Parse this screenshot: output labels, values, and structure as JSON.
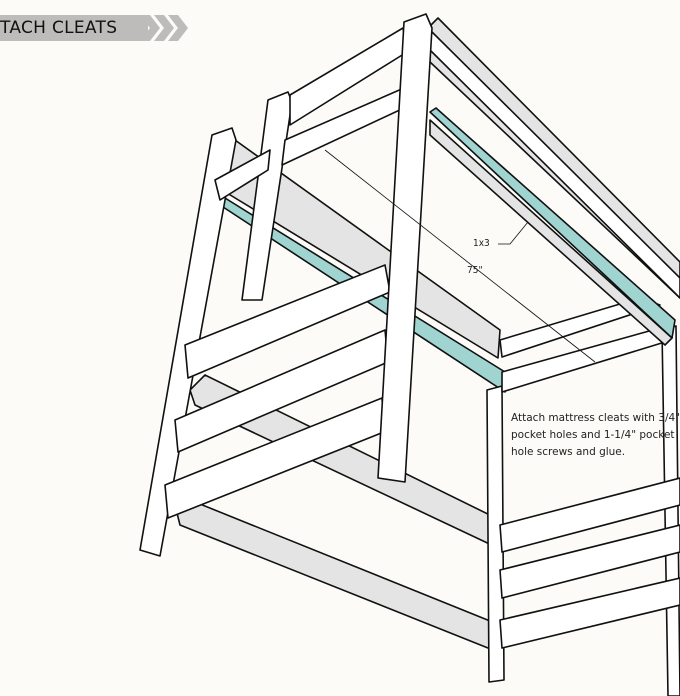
{
  "banner": {
    "title": "TACH CLEATS"
  },
  "labels": {
    "board_size": "1x3",
    "length": "75\""
  },
  "note": "Attach mattress cleats with 3/4\" pocket holes and 1-1/4\" pocket hole screws and glue.",
  "colors": {
    "cleat": "#9fd4d0",
    "board": "#ffffff",
    "shade": "#e4e4e4",
    "banner": "#bdbcba"
  }
}
